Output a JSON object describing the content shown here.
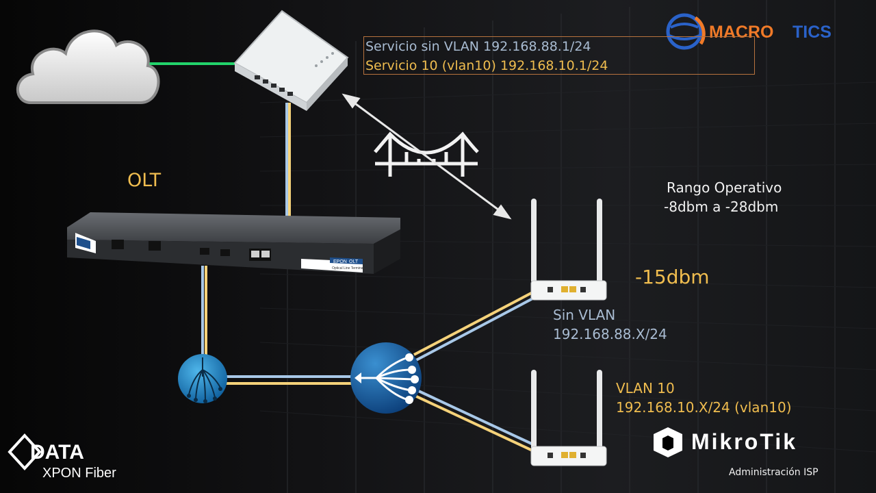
{
  "service_box": {
    "line1": "Servicio  sin VLAN 192.168.88.1/24",
    "line2": "Servicio 10 (vlan10) 192.168.10.1/24"
  },
  "olt_label": "OLT",
  "rango": {
    "line1": "Rango Operativo",
    "line2": "-8dbm a -28dbm"
  },
  "power_reading": "-15dbm",
  "onu_top": {
    "line1": "Sin VLAN",
    "line2": "192.168.88.X/24"
  },
  "onu_bottom": {
    "line1": "VLAN 10",
    "line2": "192.168.10.X/24 (vlan10)"
  },
  "olt_device": {
    "badge_left": "EPON",
    "badge_right": "OLT",
    "caption": "Optical Line Terminal"
  },
  "logos": {
    "macrotics": {
      "part1": "MACRO",
      "part2": "TICS"
    },
    "datanet": {
      "word1": "DATA",
      "word2": "XPON Fiber"
    },
    "mikrotik": {
      "word": "MikroTik",
      "caption": "Administración ISP"
    }
  },
  "colors": {
    "yellow_fiber": "#f5d27a",
    "blue_fiber": "#a8c8e8",
    "uplink_green": "#22d36b",
    "accent_yellow": "#f0bd4f",
    "macrotics_orange": "#f07a28",
    "macrotics_blue": "#2a62c9",
    "splitter_blue": "#1e90cc"
  },
  "icons": [
    "cloud-icon",
    "router-icon",
    "olt-icon",
    "bridge-icon",
    "double-arrow-icon",
    "splitter-icon",
    "onu-icon"
  ]
}
